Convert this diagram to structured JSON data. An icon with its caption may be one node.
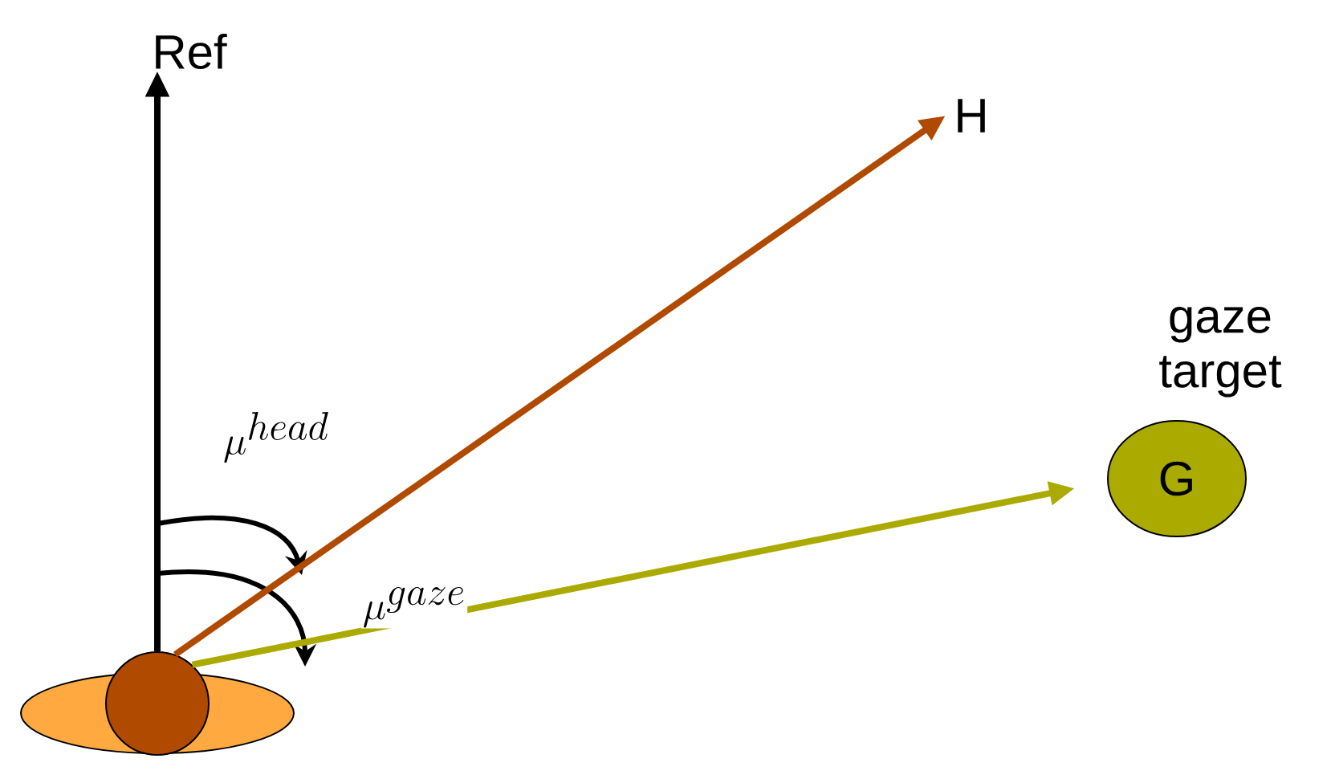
{
  "diagram": {
    "nodes": [
      {
        "text": [],
        "shape": "ellipse"
      },
      {
        "text": [],
        "shape": "circle"
      },
      {
        "text": [
          "Ref"
        ]
      },
      {
        "text": [
          "H"
        ]
      },
      {
        "text": [
          "G"
        ],
        "beside": [
          "gaze target"
        ]
      }
    ],
    "edges": [
      {
        "from": 1,
        "to": 2,
        "arrow": "to",
        "color": "#000000"
      },
      {
        "from": 1,
        "to": 3,
        "arrow": "to",
        "color": "#b04a00"
      },
      {
        "from": 1,
        "to": 4,
        "arrow": "to",
        "color": "#aaaa00"
      }
    ],
    "labels": [
      "\\mu^{head}",
      "\\mu^{gaze}"
    ]
  }
}
